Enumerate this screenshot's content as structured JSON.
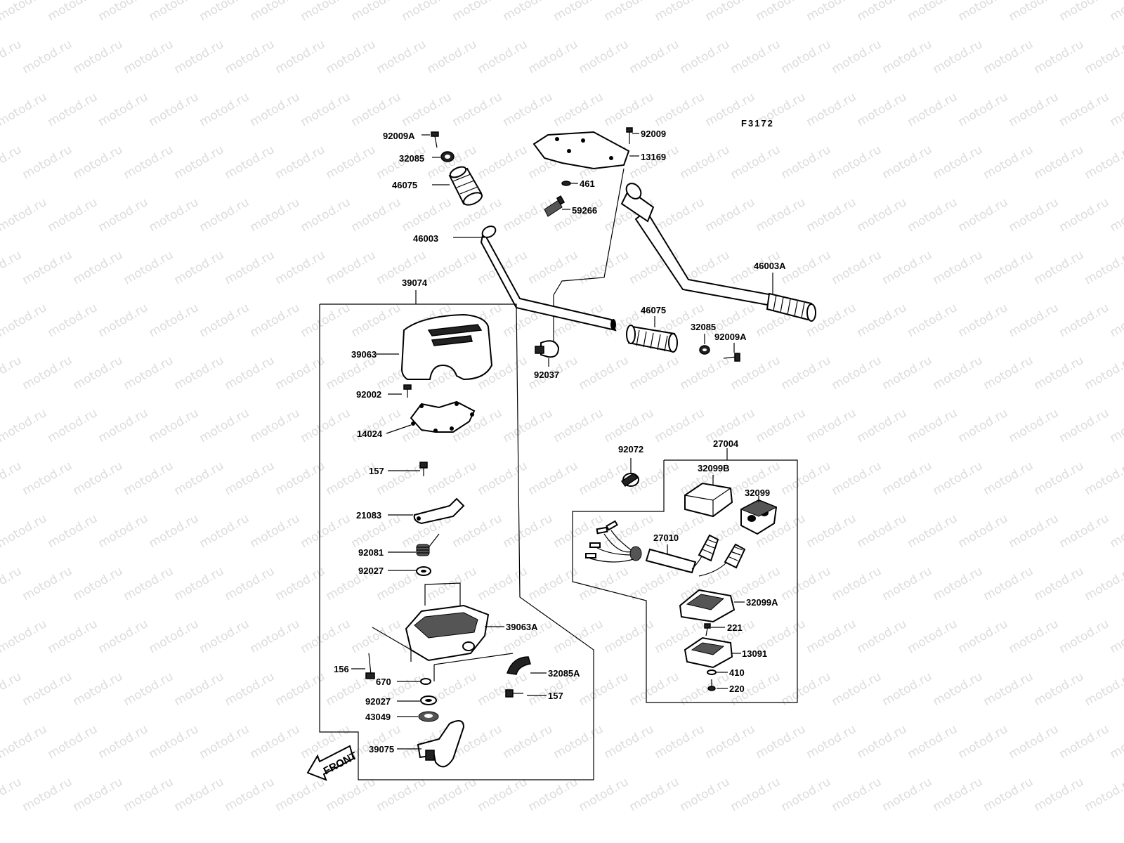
{
  "figure_id": "F3172",
  "watermark": "motod.ru",
  "front_arrow_label": "FRONT",
  "labels": {
    "p92009A_1": "92009A",
    "p32085_1": "32085",
    "p46075_1": "46075",
    "p46003": "46003",
    "p92009": "92009",
    "p13169": "13169",
    "p461": "461",
    "p59266": "59266",
    "p46003A": "46003A",
    "p46075_2": "46075",
    "p32085_2": "32085",
    "p92009A_2": "92009A",
    "p92037": "92037",
    "p39074": "39074",
    "p39063": "39063",
    "p92002": "92002",
    "p14024": "14024",
    "p157_1": "157",
    "p21083": "21083",
    "p92081": "92081",
    "p92027_1": "92027",
    "p39063A": "39063A",
    "p156": "156",
    "p670": "670",
    "p32085A": "32085A",
    "p157_2": "157",
    "p92027_2": "92027",
    "p43049": "43049",
    "p39075": "39075",
    "p92072": "92072",
    "p27004": "27004",
    "p32099B": "32099B",
    "p32099": "32099",
    "p27010": "27010",
    "p32099A": "32099A",
    "p221": "221",
    "p13091": "13091",
    "p410": "410",
    "p220": "220"
  }
}
